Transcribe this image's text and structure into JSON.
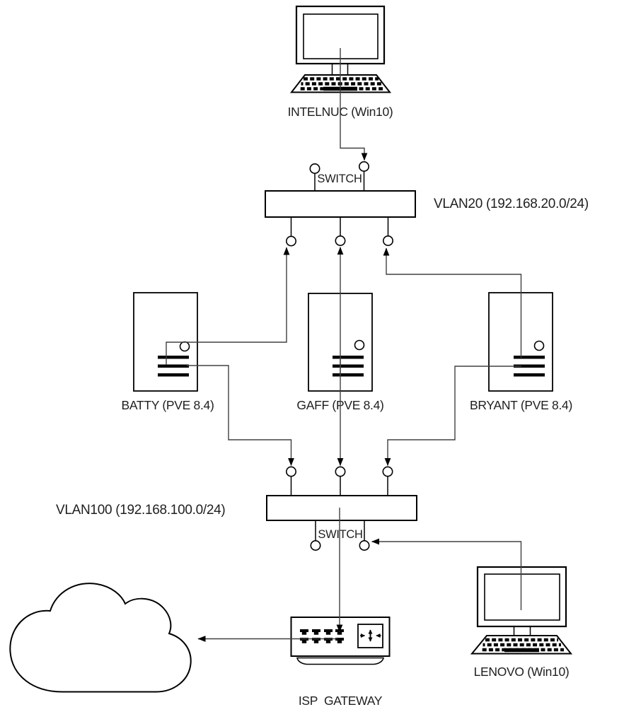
{
  "nodes": {
    "intelnuc": {
      "label": "INTELNUC (Win10)"
    },
    "switch_vlan20": {
      "label": "SWITCH",
      "network": "VLAN20 (192.168.20.0/24)"
    },
    "batty": {
      "label": "BATTY (PVE 8.4)"
    },
    "gaff": {
      "label": "GAFF (PVE 8.4)"
    },
    "bryant": {
      "label": "BRYANT (PVE 8.4)"
    },
    "switch_vlan100": {
      "label": "SWITCH",
      "network": "VLAN100 (192.168.100.0/24)"
    },
    "lenovo": {
      "label": "LENOVO (Win10)"
    },
    "isp_gateway": {
      "label": "ISP  GATEWAY"
    }
  },
  "connections": [
    {
      "from": "INTELNUC",
      "to": "VLAN20 SWITCH"
    },
    {
      "from": "BATTY",
      "to": "VLAN20 SWITCH"
    },
    {
      "from": "GAFF",
      "to": "VLAN20 SWITCH"
    },
    {
      "from": "BRYANT",
      "to": "VLAN20 SWITCH"
    },
    {
      "from": "BATTY",
      "to": "VLAN100 SWITCH"
    },
    {
      "from": "GAFF",
      "to": "VLAN100 SWITCH"
    },
    {
      "from": "BRYANT",
      "to": "VLAN100 SWITCH"
    },
    {
      "from": "LENOVO",
      "to": "VLAN100 SWITCH"
    },
    {
      "from": "VLAN100 SWITCH",
      "to": "ISP GATEWAY"
    },
    {
      "from": "ISP GATEWAY",
      "to": "INTERNET CLOUD"
    }
  ],
  "colors": {
    "background": "#ffffff",
    "shape_stroke": "#000000",
    "connector": "#404040",
    "text": "#1f1f1f"
  }
}
